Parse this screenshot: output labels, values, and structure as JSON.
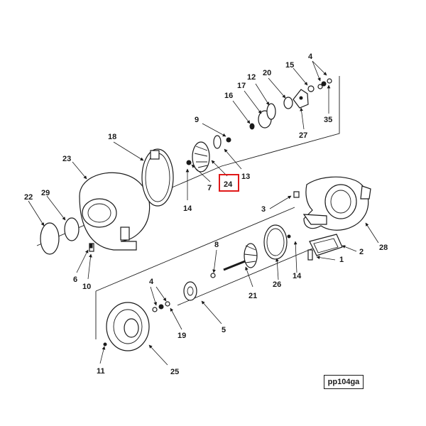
{
  "diagram": {
    "figure_id": "pp104ga",
    "highlight_color": "#e01919",
    "highlighted_callout": "24",
    "callouts": {
      "c1": "1",
      "c2": "2",
      "c3": "3",
      "c4a": "4",
      "c4b": "4",
      "c5": "5",
      "c6": "6",
      "c7": "7",
      "c8": "8",
      "c9": "9",
      "c10": "10",
      "c11": "11",
      "c12": "12",
      "c13": "13",
      "c14a": "14",
      "c14b": "14",
      "c15": "15",
      "c16": "16",
      "c17": "17",
      "c18": "18",
      "c19": "19",
      "c20": "20",
      "c21": "21",
      "c22": "22",
      "c23": "23",
      "c24": "24",
      "c25": "25",
      "c26": "26",
      "c27": "27",
      "c28": "28",
      "c29": "29",
      "c35": "35"
    }
  }
}
